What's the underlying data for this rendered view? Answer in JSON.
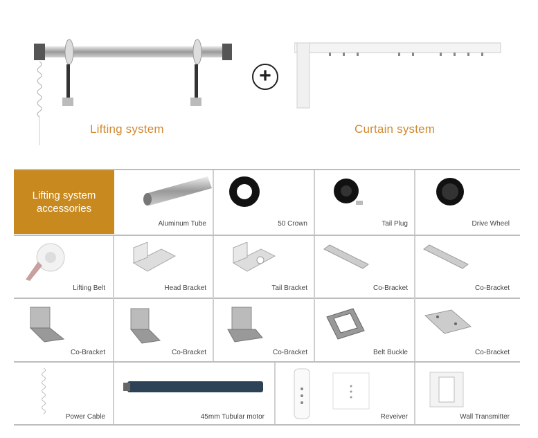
{
  "systems": {
    "lifting": "Lifting system",
    "curtain": "Curtain system",
    "plus": "+"
  },
  "colors": {
    "accent": "#c8891f",
    "label": "#d18a32",
    "divider": "#bdbdbd"
  },
  "hero": {
    "line1": "Lifting system",
    "line2": "accessories"
  },
  "items": [
    {
      "label": "Aluminum Tube",
      "icon": "aluminum-tube-icon"
    },
    {
      "label": "50 Crown",
      "icon": "crown-icon"
    },
    {
      "label": "Tail Plug",
      "icon": "tail-plug-icon"
    },
    {
      "label": "Drive Wheel",
      "icon": "drive-wheel-icon"
    },
    {
      "label": "Lifting Belt",
      "icon": "lifting-belt-icon"
    },
    {
      "label": "Head Bracket",
      "icon": "head-bracket-icon"
    },
    {
      "label": "Tail Bracket",
      "icon": "tail-bracket-icon"
    },
    {
      "label": "Co-Bracket",
      "icon": "co-bracket-icon"
    },
    {
      "label": "Co-Bracket",
      "icon": "co-bracket-icon"
    },
    {
      "label": "Co-Bracket",
      "icon": "co-bracket-icon"
    },
    {
      "label": "Co-Bracket",
      "icon": "co-bracket-icon"
    },
    {
      "label": "Co-Bracket",
      "icon": "co-bracket-icon"
    },
    {
      "label": "Belt Buckle",
      "icon": "belt-buckle-icon"
    },
    {
      "label": "Co-Bracket",
      "icon": "co-bracket-icon"
    },
    {
      "label": "Power Cable",
      "icon": "power-cable-icon"
    },
    {
      "label": "45mm Tubular motor",
      "icon": "tubular-motor-icon"
    },
    {
      "label": "Reveiver",
      "icon": "receiver-icon"
    },
    {
      "label": "Wall Transmitter",
      "icon": "wall-transmitter-icon"
    }
  ]
}
